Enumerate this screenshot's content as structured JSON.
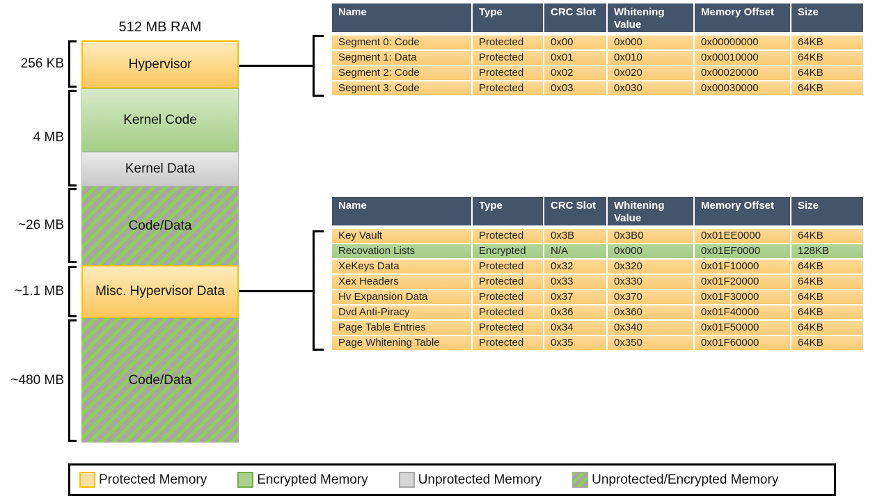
{
  "title": "512 MB RAM",
  "memory_bar": {
    "blocks": [
      {
        "label": "Hypervisor",
        "type": "protected"
      },
      {
        "label": "Kernel Code",
        "type": "encrypted"
      },
      {
        "label": "Kernel Data",
        "type": "unprotected"
      },
      {
        "label": "Code/Data",
        "type": "unprotected-encrypted"
      },
      {
        "label": "Misc. Hypervisor Data",
        "type": "protected"
      },
      {
        "label": "Code/Data",
        "type": "unprotected-encrypted"
      }
    ],
    "size_brackets": [
      {
        "label": "256 KB"
      },
      {
        "label": "4 MB"
      },
      {
        "label": "~26 MB"
      },
      {
        "label": "~1.1 MB"
      },
      {
        "label": "~480 MB"
      }
    ]
  },
  "tables": [
    {
      "headers": [
        "Name",
        "Type",
        "CRC Slot",
        "Whitening Value",
        "Memory Offset",
        "Size"
      ],
      "rows": [
        {
          "type": "protected",
          "cells": [
            "Segment 0: Code",
            "Protected",
            "0x00",
            "0x000",
            "0x00000000",
            "64KB"
          ]
        },
        {
          "type": "protected",
          "cells": [
            "Segment 1: Data",
            "Protected",
            "0x01",
            "0x010",
            "0x00010000",
            "64KB"
          ]
        },
        {
          "type": "protected",
          "cells": [
            "Segment 2: Code",
            "Protected",
            "0x02",
            "0x020",
            "0x00020000",
            "64KB"
          ]
        },
        {
          "type": "protected",
          "cells": [
            "Segment 3: Code",
            "Protected",
            "0x03",
            "0x030",
            "0x00030000",
            "64KB"
          ]
        }
      ]
    },
    {
      "headers": [
        "Name",
        "Type",
        "CRC Slot",
        "Whitening Value",
        "Memory Offset",
        "Size"
      ],
      "rows": [
        {
          "type": "protected",
          "cells": [
            "Key Vault",
            "Protected",
            "0x3B",
            "0x3B0",
            "0x01EE0000",
            "64KB"
          ]
        },
        {
          "type": "encrypted",
          "cells": [
            "Recovation Lists",
            "Encrypted",
            "N/A",
            "0x000",
            "0x01EF0000",
            "128KB"
          ]
        },
        {
          "type": "protected",
          "cells": [
            "XeKeys Data",
            "Protected",
            "0x32",
            "0x320",
            "0x01F10000",
            "64KB"
          ]
        },
        {
          "type": "protected",
          "cells": [
            "Xex Headers",
            "Protected",
            "0x33",
            "0x330",
            "0x01F20000",
            "64KB"
          ]
        },
        {
          "type": "protected",
          "cells": [
            "Hv Expansion Data",
            "Protected",
            "0x37",
            "0x370",
            "0x01F30000",
            "64KB"
          ]
        },
        {
          "type": "protected",
          "cells": [
            "Dvd Anti-Piracy",
            "Protected",
            "0x36",
            "0x360",
            "0x01F40000",
            "64KB"
          ]
        },
        {
          "type": "protected",
          "cells": [
            "Page Table Entries",
            "Protected",
            "0x34",
            "0x340",
            "0x01F50000",
            "64KB"
          ]
        },
        {
          "type": "protected",
          "cells": [
            "Page Whitening Table",
            "Protected",
            "0x35",
            "0x350",
            "0x01F60000",
            "64KB"
          ]
        }
      ]
    }
  ],
  "legend": {
    "items": [
      {
        "label": "Protected Memory",
        "type": "protected"
      },
      {
        "label": "Encrypted Memory",
        "type": "encrypted"
      },
      {
        "label": "Unprotected Memory",
        "type": "unprotected"
      },
      {
        "label": "Unprotected/Encrypted Memory",
        "type": "unprotected-encrypted"
      }
    ]
  },
  "colors": {
    "protected_fill": "#FBD284",
    "protected_border": "#FFC000",
    "encrypted_fill": "#A9D18E",
    "encrypted_border": "#70AD47",
    "unprotected_fill": "#D6D6D6",
    "unprotected_border": "#A6A6A6",
    "hatch_gray": "#A6A6A6",
    "hatch_green": "#92D050",
    "table_header_bg": "#44546A",
    "table_header_text": "#FFFFFF"
  }
}
